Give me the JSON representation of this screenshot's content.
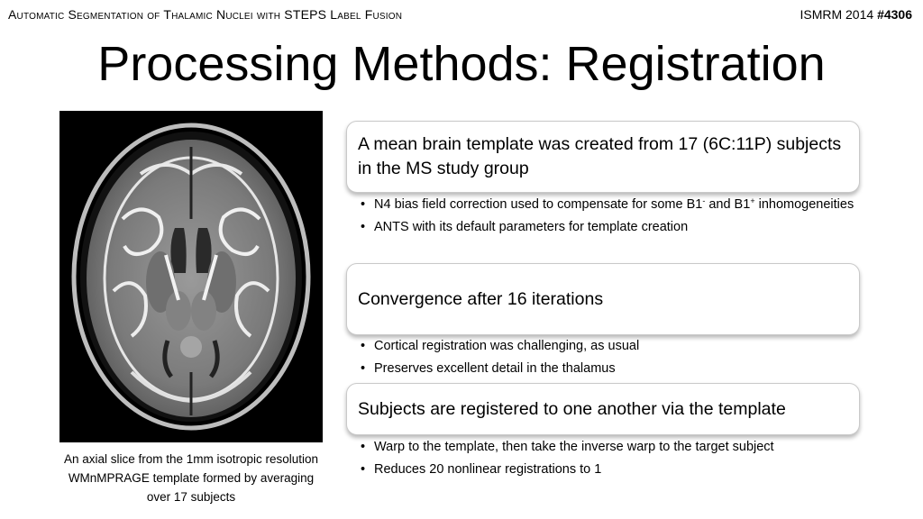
{
  "header": {
    "running_title": "Automatic Segmentation of Thalamic Nuclei with STEPS Label Fusion",
    "conference": "ISMRM 2014",
    "abstract_number": "#4306"
  },
  "slide_title": "Processing Methods: Registration",
  "figure": {
    "caption": "An axial slice from the 1mm isotropic resolution WMnMPRAGE template formed by averaging over 17 subjects"
  },
  "sections": [
    {
      "heading": "A mean brain template was created from 17 (6C:11P) subjects in the MS study group",
      "bullets": [
        {
          "before": "N4 bias field correction used to compensate for some B1",
          "sup1": "-",
          "middle": " and B1",
          "sup2": "+",
          "after": " inhomogeneities"
        },
        {
          "text": "ANTS with its default parameters for template creation"
        }
      ]
    },
    {
      "heading": "Convergence after 16 iterations",
      "bullets": [
        {
          "text": "Cortical registration was challenging, as usual"
        },
        {
          "text": "Preserves excellent detail in the thalamus"
        }
      ]
    },
    {
      "heading": "Subjects are registered to one another via the template",
      "bullets": [
        {
          "text": "Warp to the template, then take the inverse warp to the target subject"
        },
        {
          "text": "Reduces 20 nonlinear registrations to 1"
        }
      ]
    }
  ]
}
